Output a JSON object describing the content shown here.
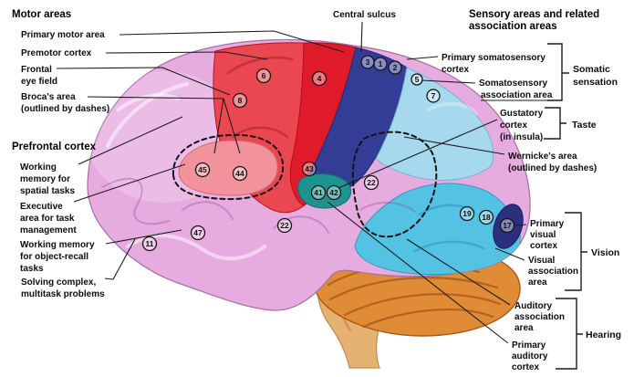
{
  "figure": {
    "headers": {
      "motor_areas": "Motor areas",
      "central_sulcus": "Central sulcus",
      "sensory_line1": "Sensory areas and related",
      "sensory_line2": "association areas",
      "prefrontal_cortex": "Prefrontal cortex"
    },
    "left_labels": {
      "primary_motor": "Primary motor area",
      "premotor": "Premotor cortex",
      "frontal_eye_1": "Frontal",
      "frontal_eye_2": "eye field",
      "broca_1": "Broca's area",
      "broca_2": "(outlined by dashes)",
      "wm_spatial_1": "Working",
      "wm_spatial_2": "memory for",
      "wm_spatial_3": "spatial tasks",
      "executive_1": "Executive",
      "executive_2": "area for task",
      "executive_3": "management",
      "wm_object_1": "Working memory",
      "wm_object_2": "for object-recall",
      "wm_object_3": "tasks",
      "solving_1": "Solving complex,",
      "solving_2": "multitask problems"
    },
    "right_labels": {
      "som_primary_1": "Primary somatosensory",
      "som_primary_2": "cortex",
      "som_assoc_1": "Somatosensory",
      "som_assoc_2": "association area",
      "gustatory_1": "Gustatory",
      "gustatory_2": "cortex",
      "gustatory_3": "(in insula)",
      "wernicke_1": "Wernicke's area",
      "wernicke_2": "(outlined by dashes)",
      "vis_primary_1": "Primary",
      "vis_primary_2": "visual",
      "vis_primary_3": "cortex",
      "vis_assoc_1": "Visual",
      "vis_assoc_2": "association",
      "vis_assoc_3": "area",
      "aud_assoc_1": "Auditory",
      "aud_assoc_2": "association",
      "aud_assoc_3": "area",
      "aud_primary_1": "Primary",
      "aud_primary_2": "auditory",
      "aud_primary_3": "cortex"
    },
    "bracket_labels": {
      "somatic_1": "Somatic",
      "somatic_2": "sensation",
      "taste": "Taste",
      "vision": "Vision",
      "hearing": "Hearing"
    },
    "brodmann_numbers": {
      "n6": "6",
      "n4": "4",
      "n8": "8",
      "n3": "3",
      "n1": "1",
      "n2": "2",
      "n5": "5",
      "n7": "7",
      "n45": "45",
      "n44": "44",
      "n43": "43",
      "n41": "41",
      "n42": "42",
      "n22_parietal": "22",
      "n22_temporal": "22",
      "n11": "11",
      "n47": "47",
      "n19": "19",
      "n18": "18",
      "n17": "17"
    },
    "colors": {
      "primary_motor": "#e01b29",
      "premotor": "#ea4750",
      "broca": "#f2929a",
      "primary_somatosensory": "#333d96",
      "somatosensory_assoc": "#a6d9ee",
      "gustatory_insula": "#1e938f",
      "visual_primary": "#2b2f7e",
      "visual_assoc": "#54c2e3",
      "cortex_pink": "#e6abdf",
      "cerebellum": "#e08b36",
      "brainstem": "#e5b272"
    }
  }
}
